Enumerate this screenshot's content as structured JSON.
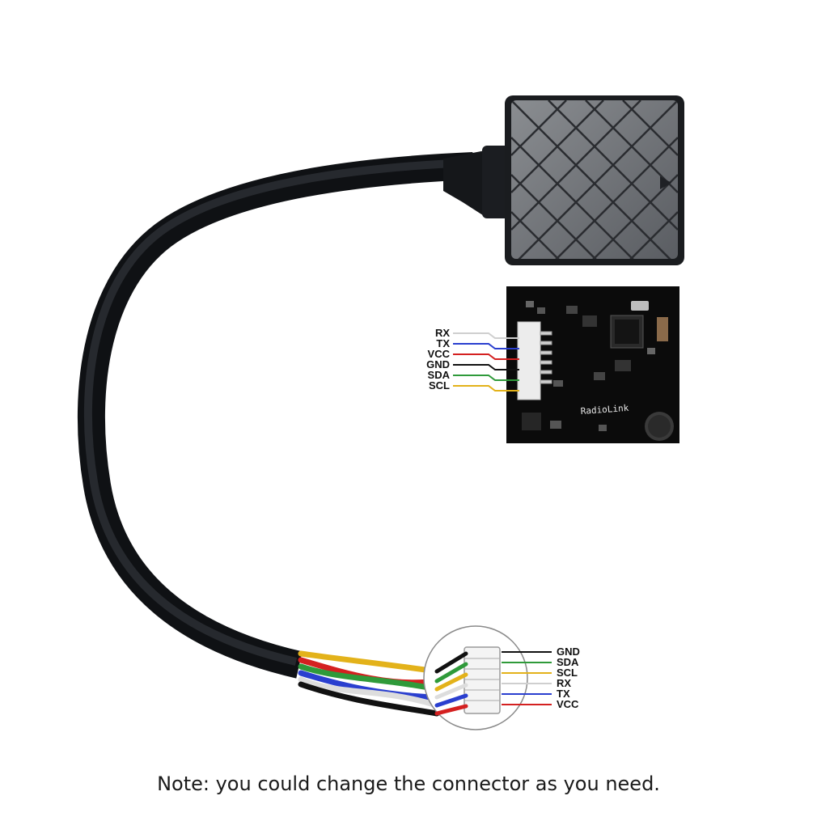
{
  "pcb": {
    "brand": "RadioLink",
    "pin_labels": [
      "RX",
      "TX",
      "VCC",
      "GND",
      "SDA",
      "SCL"
    ]
  },
  "connector": {
    "pin_labels": [
      "GND",
      "SDA",
      "SCL",
      "RX",
      "TX",
      "VCC"
    ]
  },
  "note": "Note: you could change the connector as you need.",
  "wire_colors": {
    "RX": "#cfcfcf",
    "TX": "#2a3fcf",
    "VCC": "#d42020",
    "GND": "#111111",
    "SDA": "#2f9a3a",
    "SCL": "#e3b21a"
  }
}
